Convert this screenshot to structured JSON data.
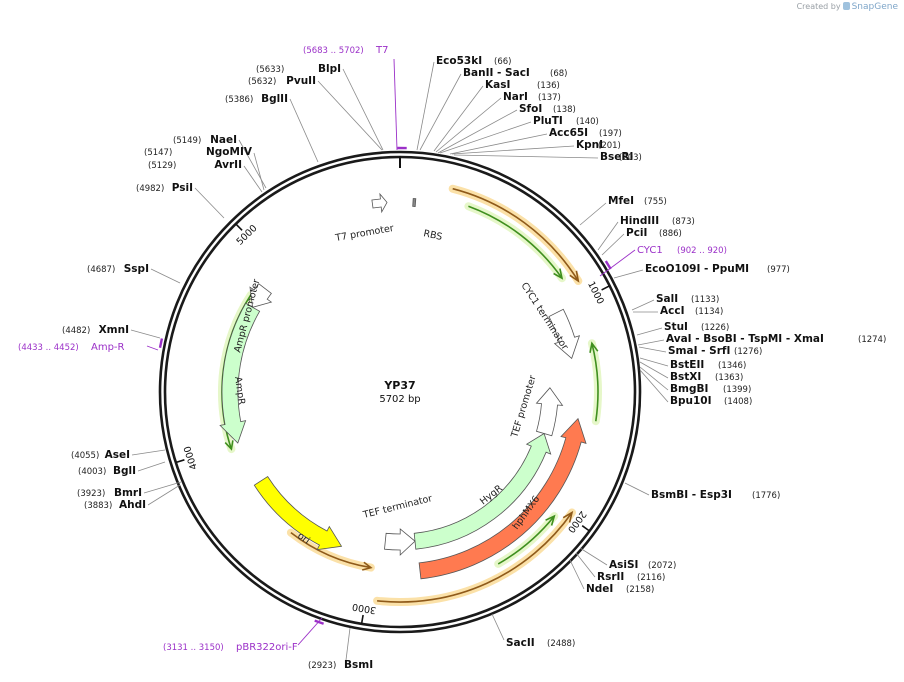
{
  "watermark": {
    "prefix": "Created by",
    "brand": "SnapGene"
  },
  "plasmid": {
    "name": "YP37",
    "size_label": "5702 bp",
    "length": 5702
  },
  "colors": {
    "backbone": "#1a1a1a",
    "orange_feature": "#ff7a50",
    "yellow_feature": "#ffff00",
    "green_light_feature": "#ccffcc",
    "white_feature": "#ffffff",
    "primer": "#9b30c8",
    "orf_green": "#3f8f1f",
    "orf_orange": "#8f5a1a",
    "orf_glow_green": "#e6f7c9",
    "orf_glow_orange": "#fbe1a8"
  },
  "ticks": [
    "1000",
    "2000",
    "3000",
    "4000",
    "5000"
  ],
  "sites": [
    {
      "name": "Eco53kI",
      "pos": "(66)"
    },
    {
      "name": "BanII  - SacI",
      "pos": "(68)"
    },
    {
      "name": "KasI",
      "pos": "(136)"
    },
    {
      "name": "NarI",
      "pos": "(137)"
    },
    {
      "name": "SfoI",
      "pos": "(138)"
    },
    {
      "name": "PluTI",
      "pos": "(140)"
    },
    {
      "name": "Acc65I",
      "pos": "(197)"
    },
    {
      "name": "KpnI",
      "pos": "(201)"
    },
    {
      "name": "BseRI",
      "pos": "(203)"
    },
    {
      "name": "MfeI",
      "pos": "(755)"
    },
    {
      "name": "HindIII",
      "pos": "(873)"
    },
    {
      "name": "PciI",
      "pos": "(886)"
    },
    {
      "name": "EcoO109I  - PpuMI",
      "pos": "(977)"
    },
    {
      "name": "SalI",
      "pos": "(1133)"
    },
    {
      "name": "AccI",
      "pos": "(1134)"
    },
    {
      "name": "StuI",
      "pos": "(1226)"
    },
    {
      "name": "AvaI  - BsoBI  - TspMI  - XmaI",
      "pos": "(1274)"
    },
    {
      "name": "SmaI  - SrfI",
      "pos": "(1276)"
    },
    {
      "name": "BstEII",
      "pos": "(1346)"
    },
    {
      "name": "BstXI",
      "pos": "(1363)"
    },
    {
      "name": "BmgBI",
      "pos": "(1399)"
    },
    {
      "name": "Bpu10I",
      "pos": "(1408)"
    },
    {
      "name": "BsmBI  - Esp3I",
      "pos": "(1776)"
    },
    {
      "name": "AsiSI",
      "pos": "(2072)"
    },
    {
      "name": "RsrII",
      "pos": "(2116)"
    },
    {
      "name": "NdeI",
      "pos": "(2158)"
    },
    {
      "name": "SacII",
      "pos": "(2488)"
    },
    {
      "name": "BsmI",
      "pos": "(2923)"
    },
    {
      "name": "AhdI",
      "pos": "(3883)"
    },
    {
      "name": "BmrI",
      "pos": "(3923)"
    },
    {
      "name": "BglI",
      "pos": "(4003)"
    },
    {
      "name": "AseI",
      "pos": "(4055)"
    },
    {
      "name": "XmnI",
      "pos": "(4482)"
    },
    {
      "name": "SspI",
      "pos": "(4687)"
    },
    {
      "name": "PsiI",
      "pos": "(4982)"
    },
    {
      "name": "AvrII",
      "pos": "(5129)"
    },
    {
      "name": "NgoMIV",
      "pos": "(5147)"
    },
    {
      "name": "NaeI",
      "pos": "(5149)"
    },
    {
      "name": "BglII",
      "pos": "(5386)"
    },
    {
      "name": "PvuII",
      "pos": "(5632)"
    },
    {
      "name": "BlpI",
      "pos": "(5633)"
    }
  ],
  "primers": [
    {
      "name": "T7",
      "pos": "(5683 .. 5702)"
    },
    {
      "name": "CYC1",
      "pos": "(902 .. 920)"
    },
    {
      "name": "Amp-R",
      "pos": "(4433 .. 4452)"
    },
    {
      "name": "pBR322ori-F",
      "pos": "(3131 .. 3150)"
    }
  ],
  "features": {
    "t7_promoter": "T7 promoter",
    "rbs": "RBS",
    "cyc1_terminator": "CYC1 terminator",
    "tef_promoter": "TEF promoter",
    "hygr": "HygR",
    "hphmx6": "hphMX6",
    "tef_terminator": "TEF terminator",
    "ori": "ori",
    "ampr": "AmpR",
    "ampr_promoter": "AmpR promoter"
  }
}
